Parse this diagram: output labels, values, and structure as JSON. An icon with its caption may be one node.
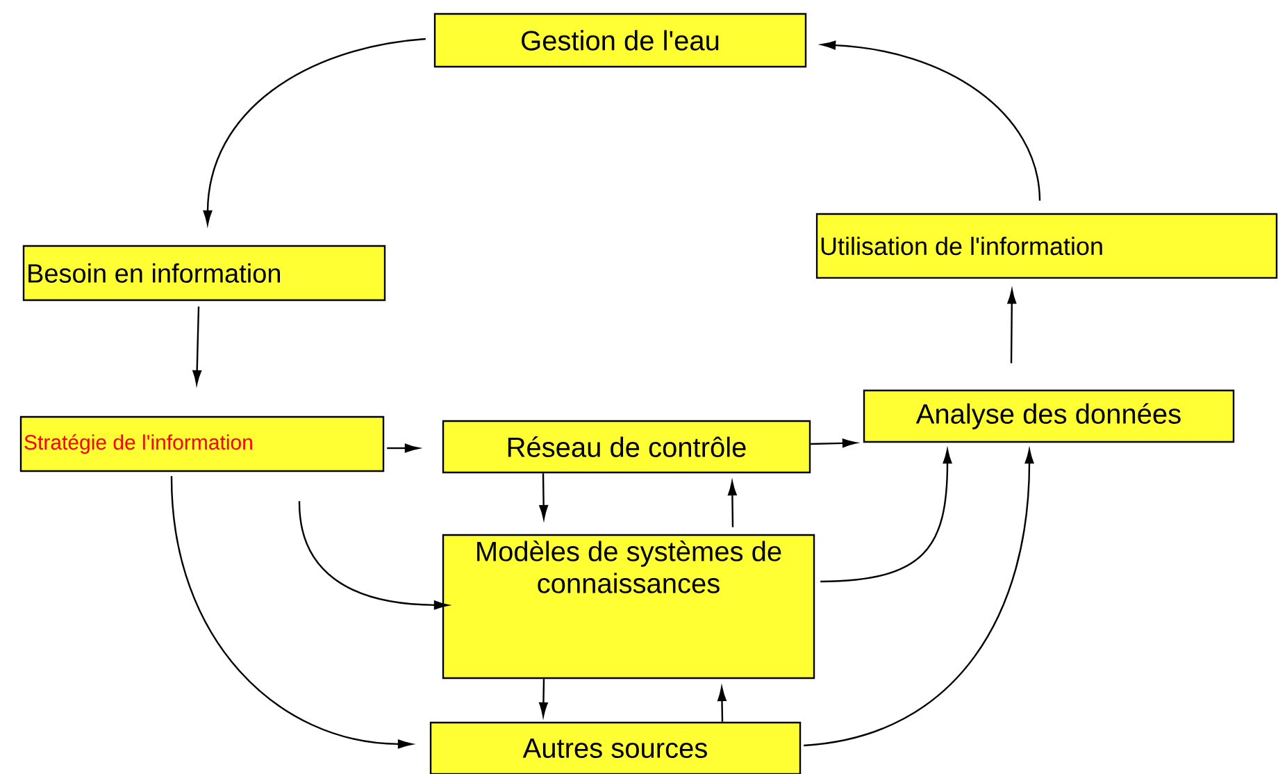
{
  "diagram": {
    "nodes": [
      {
        "text": [
          "Gestion de l'eau"
        ]
      },
      {
        "text": [
          "Besoin en information"
        ]
      },
      {
        "text": [
          "Utilisation de l'information"
        ]
      },
      {
        "text": [
          "Stratégie de l'information"
        ]
      },
      {
        "text": [
          "Réseau de contrôle"
        ]
      },
      {
        "text": [
          "Analyse des données"
        ]
      },
      {
        "text": [
          "Modèles de systèmes de connaissances"
        ]
      },
      {
        "text": [
          "Autres sources"
        ]
      }
    ],
    "edges": [
      {
        "from": 0,
        "to": 1,
        "arrow": "to"
      },
      {
        "from": 2,
        "to": 0,
        "arrow": "to"
      },
      {
        "from": 1,
        "to": 3,
        "arrow": "to"
      },
      {
        "from": 5,
        "to": 2,
        "arrow": "to"
      },
      {
        "from": 3,
        "to": 4,
        "arrow": "to"
      },
      {
        "from": 4,
        "to": 5,
        "arrow": "to"
      },
      {
        "from": 4,
        "to": 6,
        "arrow": "to"
      },
      {
        "from": 6,
        "to": 4,
        "arrow": "to"
      },
      {
        "from": 3,
        "to": 6,
        "arrow": "to"
      },
      {
        "from": 3,
        "to": 7,
        "arrow": "to"
      },
      {
        "from": 6,
        "to": 7,
        "arrow": "to"
      },
      {
        "from": 7,
        "to": 6,
        "arrow": "to"
      },
      {
        "from": 6,
        "to": 5,
        "arrow": "to"
      },
      {
        "from": 7,
        "to": 5,
        "arrow": "to"
      }
    ]
  }
}
